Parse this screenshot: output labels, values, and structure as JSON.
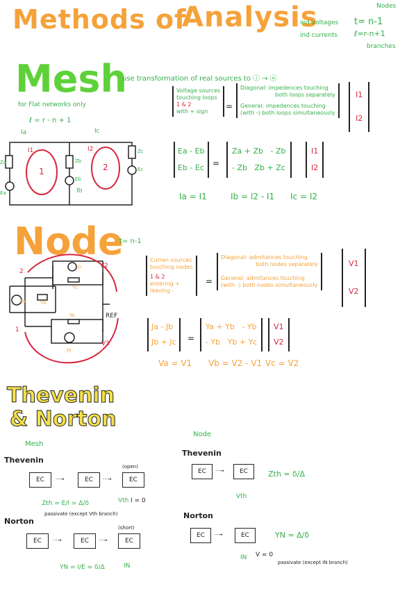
{
  "header": {
    "title_left": "Methods of",
    "title_right": "Analysis",
    "nodes_label": "Nodes",
    "ind_voltages": "ind voltages",
    "ind_voltages_eq": "t= n-1",
    "ind_currents": "ind currents",
    "ind_currents_eq": "ℓ=r-n+1",
    "branches_label": "branches"
  },
  "mesh": {
    "title": "Mesh",
    "subtitle": "use transformation of real sources to ⓘ → ⓤ",
    "flat_note": "for Flat networks only",
    "loop_eq": "ℓ = r - n + 1",
    "bracket_left": [
      "Voltage sources",
      "touching loops",
      "1 & 2",
      "with + sign"
    ],
    "bracket_mid": [
      "Diagonal: impedences touching",
      "both loops separately",
      "General: impedences touching",
      "(with -) both loops simultaneously"
    ],
    "vector": [
      "I1",
      "I2"
    ],
    "matrix_left": [
      "Ea - Eb",
      "Eb - Ec"
    ],
    "matrix_mid": [
      [
        "Za + Zb",
        "- Zb"
      ],
      [
        "- Zb",
        "Zb + Zc"
      ]
    ],
    "matrix_right": [
      "I1",
      "I2"
    ],
    "relations": [
      "Ia = I1",
      "Ib = I2 - I1",
      "Ic = I2"
    ],
    "circuit_labels": {
      "ia": "Ia",
      "ic": "Ic",
      "i1": "I1",
      "i2": "I2",
      "ib": "Ib",
      "za": "Za",
      "zb": "Zb",
      "zc": "Zc",
      "ea": "Ea",
      "eb": "Eb",
      "ec": "Ec",
      "loop1": "1",
      "loop2": "2"
    }
  },
  "node": {
    "title": "Node",
    "subtitle": "t= n-1",
    "bracket_left": [
      "Curren sources",
      "touching nodes",
      "1 & 2",
      "entering +",
      "leaving -"
    ],
    "bracket_mid": [
      "Diagonal: admitances touching",
      "both nodes separately",
      "General: admitances touching",
      "(with -) both nodes simultaneously"
    ],
    "vector": [
      "V1",
      "V2"
    ],
    "matrix_left": [
      "Ja - Jb",
      "Jb + Jc"
    ],
    "matrix_mid": [
      [
        "Ya + Yb",
        "- Yb"
      ],
      [
        "- Yb",
        "Yb + Yc"
      ]
    ],
    "matrix_right": [
      "V1",
      "V2"
    ],
    "relations": [
      "Va = V1",
      "Vb = V2 - V1",
      "Vc = V2"
    ],
    "circuit_labels": {
      "n2": "2",
      "n1": "1",
      "v2": "V2",
      "v1": "V1",
      "jc": "Jc",
      "yc": "Yc",
      "jb": "Jb",
      "yb": "Yb",
      "ya": "Ya",
      "ja": "Ja",
      "ref": "REF"
    }
  },
  "thev": {
    "title_line1": "Thevenin",
    "title_line2": "& Norton",
    "mesh_label": "Mesh",
    "node_label": "Node",
    "mesh_thevenin": "Thevenin",
    "mesh_norton": "Norton",
    "node_thevenin": "Thevenin",
    "node_norton": "Norton",
    "ec": "EC",
    "open": "(open)",
    "short": "(short)",
    "mesh_th_z": "Zth = E/I = Δ/δ",
    "mesh_th_v": "Vth",
    "mesh_th_i0": "I = 0",
    "passive_1": "passivate (except Vth branch)",
    "mesh_no_y": "YN = I/E = δ/Δ",
    "mesh_no_i": "IN",
    "node_th_z": "Zth = δ/Δ",
    "node_th_v": "Vth",
    "node_no_y": "YN = Δ/δ",
    "node_no_i": "IN",
    "node_no_v0": "V = 0",
    "passive_2": "passivate (except IN branch)"
  }
}
